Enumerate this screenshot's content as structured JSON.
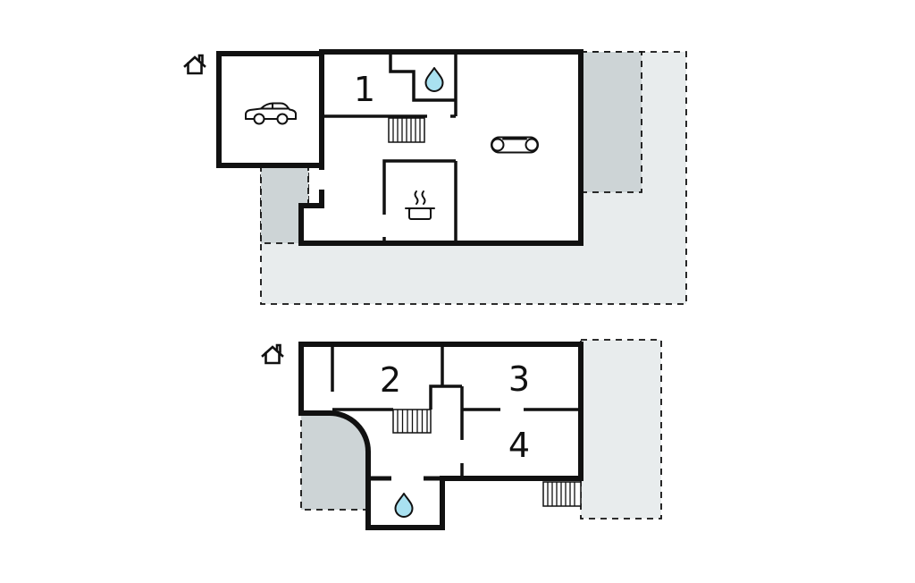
{
  "colors": {
    "background": "#ffffff",
    "wall": "#111111",
    "terrace_light": "#e8eced",
    "terrace_dark": "#cdd4d6",
    "water": "#a9e1f0",
    "label": "#111111"
  },
  "upper_floor": {
    "name": "upper-floor-plan",
    "rooms": [
      {
        "label": "1"
      }
    ],
    "features": [
      "garage-with-car",
      "bathroom-water-drop",
      "internal-stairs",
      "sofa-living-room",
      "kitchen-stove-pot",
      "entrance-house-marker",
      "terrace-dashed-areas"
    ]
  },
  "lower_floor": {
    "name": "lower-floor-plan",
    "rooms": [
      {
        "label": "2"
      },
      {
        "label": "3"
      },
      {
        "label": "4"
      }
    ],
    "features": [
      "bathroom-water-drop",
      "internal-stairs",
      "external-stairs",
      "entrance-house-marker",
      "curved-wall",
      "terrace-dashed-areas"
    ]
  }
}
